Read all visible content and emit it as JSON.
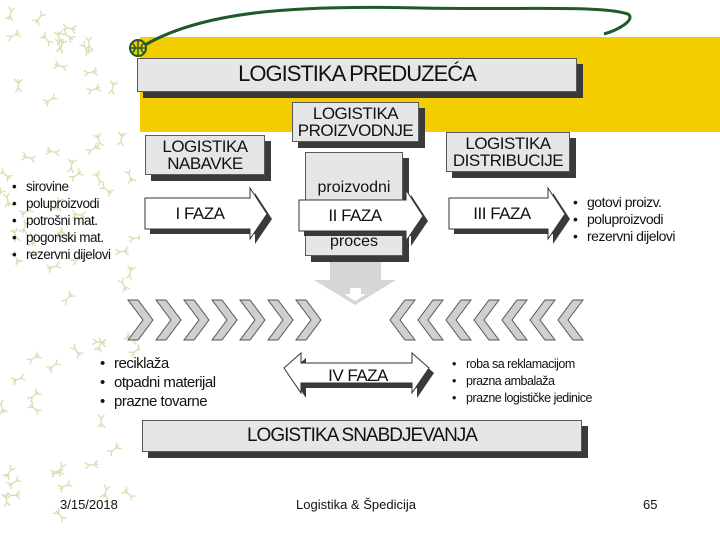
{
  "slide": {
    "title": "LOGISTIKA PREDUZEĆA",
    "bottom_title": "LOGISTIKA SNABDJEVANJA"
  },
  "headers": {
    "nabavke": [
      "LOGISTIKA",
      "NABAVKE"
    ],
    "proizvodnje": [
      "LOGISTIKA",
      "PROIZVODNJE"
    ],
    "distribucije": [
      "LOGISTIKA",
      "DISTRIBUCIJE"
    ]
  },
  "production": {
    "top_label": "proizvodni",
    "bottom_label": "proces"
  },
  "phases": {
    "phase1": "I FAZA",
    "phase2": "II FAZA",
    "phase3": "III FAZA",
    "phase4": "IV FAZA"
  },
  "lists": {
    "inputs": [
      "sirovine",
      "poluproizvodi",
      "potrošni  mat.",
      "pogonski  mat.",
      "rezervni  dijelovi"
    ],
    "outputs": [
      "gotovi  proizv.",
      "poluproizvodi",
      "rezervni  dijelovi"
    ],
    "recycling": [
      "reciklaža",
      "otpadni materijal",
      "prazne tovarne"
    ],
    "returns": [
      "roba sa reklamacijom",
      "prazna ambalaža",
      "prazne logističke jedinice"
    ]
  },
  "footer": {
    "date": "3/15/2018",
    "subject": "Logistika & Špedicija",
    "page": "65"
  },
  "colors": {
    "accent_yellow": "#f3cd00",
    "box_fill": "#e6e6e6",
    "shadow": "#3a3a3a",
    "swoosh_green": "#1f5a2a"
  }
}
